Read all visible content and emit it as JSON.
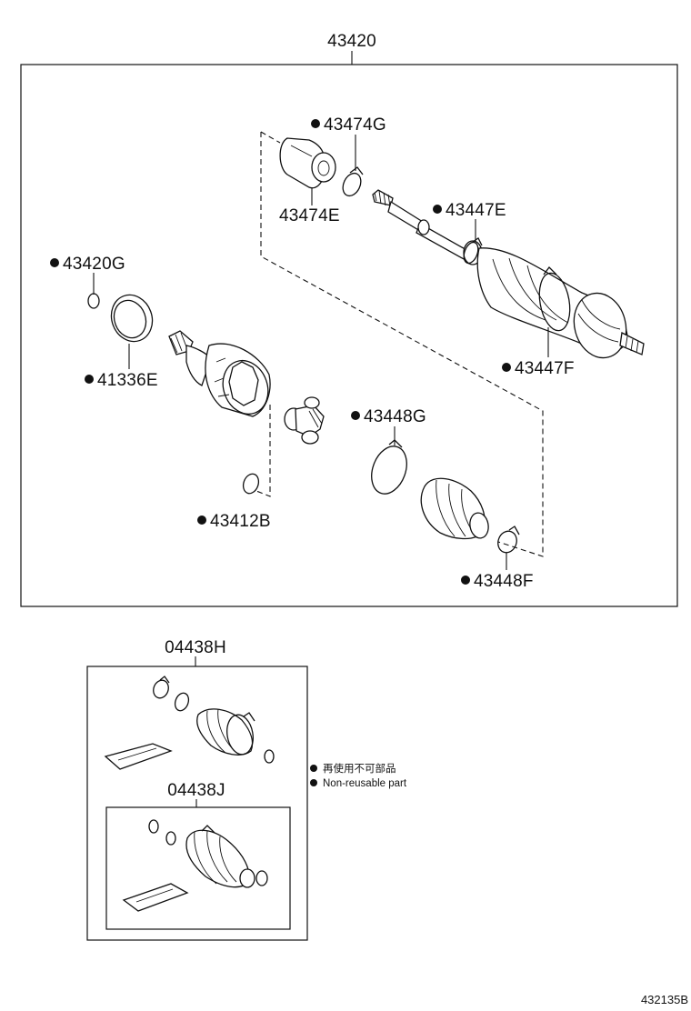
{
  "assembly": {
    "part_number": "43420"
  },
  "parts": {
    "p43474G": {
      "number": "43474G",
      "non_reusable": true
    },
    "p43474E": {
      "number": "43474E",
      "non_reusable": false
    },
    "p43447E": {
      "number": "43447E",
      "non_reusable": true
    },
    "p43447F": {
      "number": "43447F",
      "non_reusable": true
    },
    "p43420G": {
      "number": "43420G",
      "non_reusable": true
    },
    "p41336E": {
      "number": "41336E",
      "non_reusable": true
    },
    "p43448G": {
      "number": "43448G",
      "non_reusable": true
    },
    "p43412B": {
      "number": "43412B",
      "non_reusable": true
    },
    "p43448F": {
      "number": "43448F",
      "non_reusable": true
    }
  },
  "kits": {
    "outer": {
      "number": "04438H"
    },
    "inner": {
      "number": "04438J"
    }
  },
  "legend": {
    "line1": "再使用不可部品",
    "line2": "Non-reusable part"
  },
  "figure_ref": "432135B"
}
